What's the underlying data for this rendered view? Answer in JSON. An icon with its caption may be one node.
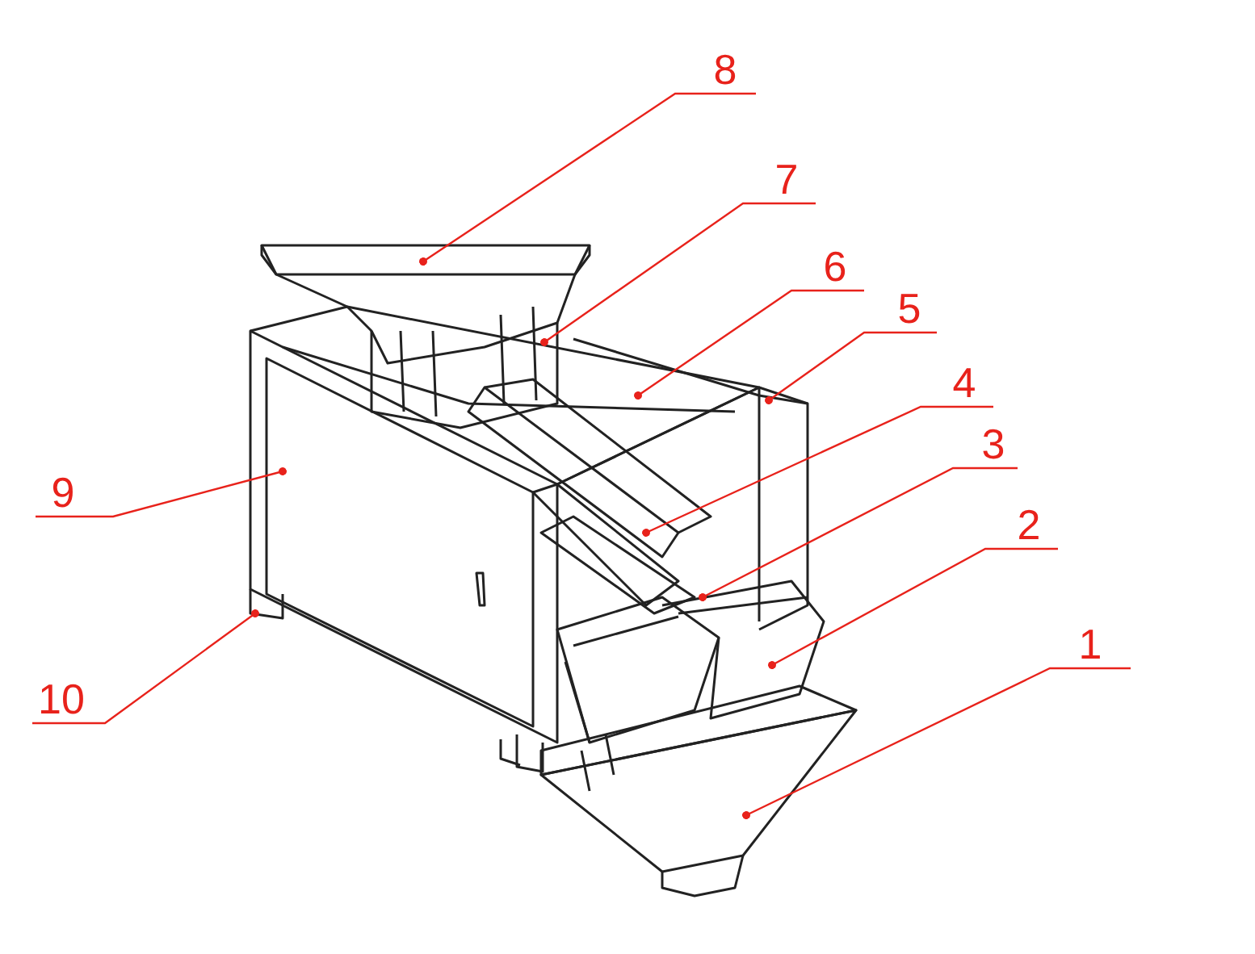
{
  "diagram": {
    "nodes": [
      {
        "text": [
          "8"
        ]
      },
      {
        "text": [
          "7"
        ]
      },
      {
        "text": [
          "6"
        ]
      },
      {
        "text": [
          "5"
        ]
      },
      {
        "text": [
          "4"
        ]
      },
      {
        "text": [
          "3"
        ]
      },
      {
        "text": [
          "9"
        ]
      },
      {
        "text": [
          "2"
        ]
      },
      {
        "text": [
          "1"
        ]
      },
      {
        "text": [
          "10"
        ]
      }
    ],
    "edges": [
      {
        "from": 0,
        "to": null,
        "arrow": "other"
      },
      {
        "from": 1,
        "to": null,
        "arrow": "other"
      },
      {
        "from": 2,
        "to": null,
        "arrow": "other"
      },
      {
        "from": 3,
        "to": null,
        "arrow": "other"
      },
      {
        "from": 4,
        "to": null,
        "arrow": "other"
      },
      {
        "from": 5,
        "to": null,
        "arrow": "other"
      },
      {
        "from": 6,
        "to": null,
        "arrow": "other"
      },
      {
        "from": 7,
        "to": null,
        "arrow": "other"
      },
      {
        "from": 8,
        "to": null,
        "arrow": "other"
      },
      {
        "from": 9,
        "to": null,
        "arrow": "other"
      }
    ]
  }
}
